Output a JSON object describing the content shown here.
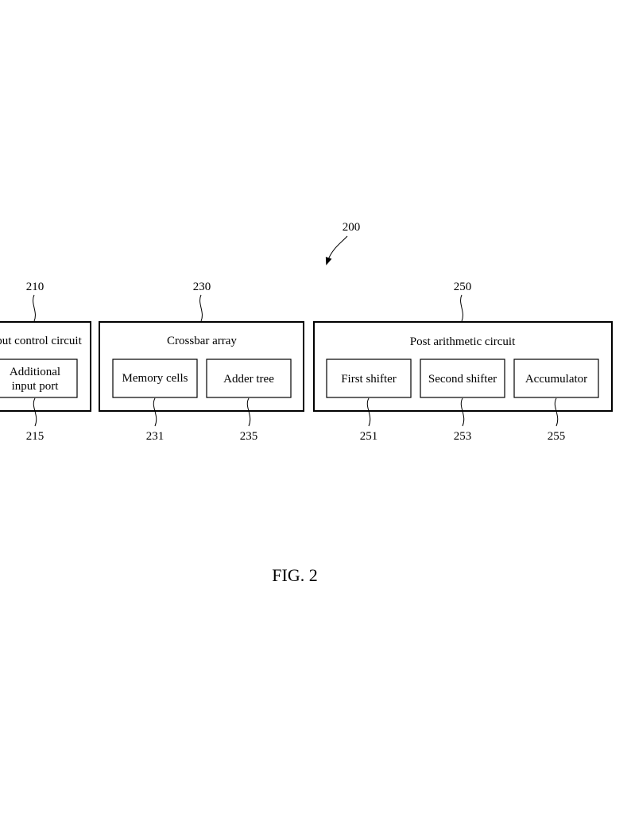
{
  "figure": {
    "ref": "200",
    "caption": "FIG. 2"
  },
  "blocks": {
    "input_control": {
      "ref": "210",
      "title": "put control circuit",
      "additional_port": {
        "ref": "215",
        "line1": "Additional",
        "line2": "input port"
      }
    },
    "crossbar": {
      "ref": "230",
      "title": "Crossbar array",
      "memory_cells": {
        "ref": "231",
        "label": "Memory cells"
      },
      "adder_tree": {
        "ref": "235",
        "label": "Adder tree"
      }
    },
    "post_arithmetic": {
      "ref": "250",
      "title": "Post arithmetic circuit",
      "first_shifter": {
        "ref": "251",
        "label": "First shifter"
      },
      "second_shifter": {
        "ref": "253",
        "label": "Second shifter"
      },
      "accumulator": {
        "ref": "255",
        "label": "Accumulator"
      }
    }
  }
}
